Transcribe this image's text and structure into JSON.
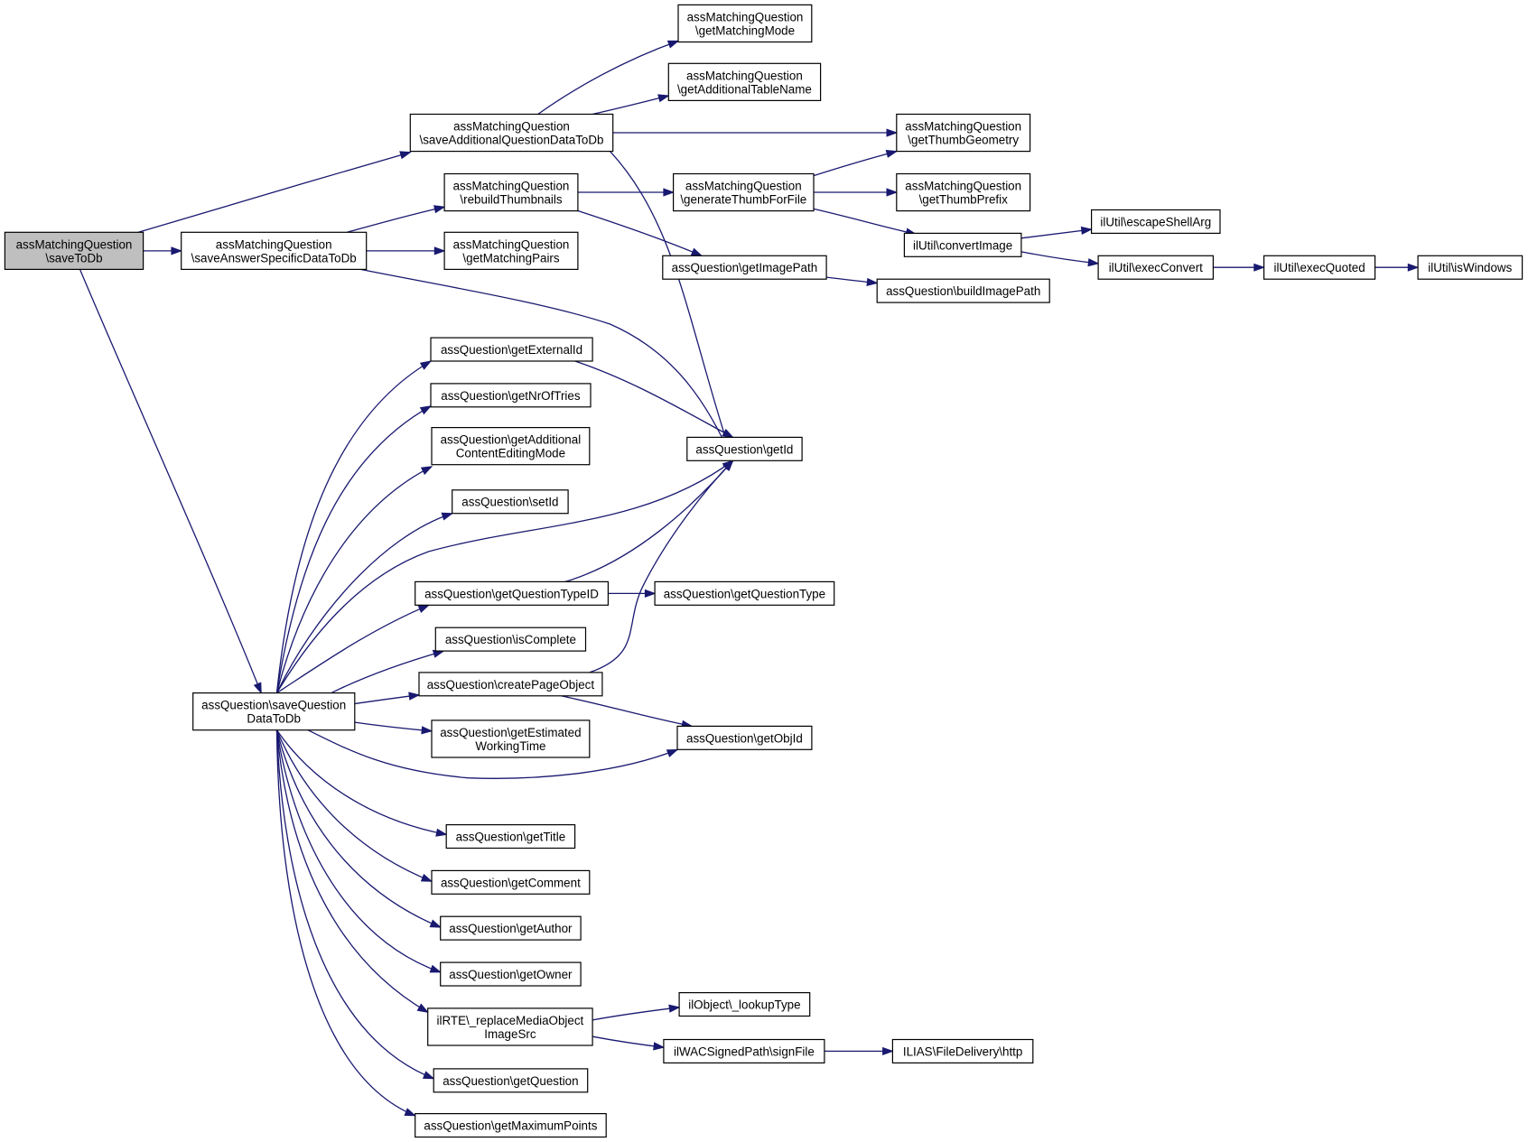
{
  "diagram": {
    "type": "call-graph",
    "colors": {
      "edge": "#191970",
      "root_fill": "#bfbfbf",
      "node_fill": "#ffffff",
      "border": "#000000"
    },
    "nodes": [
      {
        "id": "saveToDb",
        "lines": [
          "assMatchingQuestion",
          "\\saveToDb"
        ],
        "root": true
      },
      {
        "id": "saveAdditional",
        "lines": [
          "assMatchingQuestion",
          "\\saveAdditionalQuestionDataToDb"
        ]
      },
      {
        "id": "saveAnswer",
        "lines": [
          "assMatchingQuestion",
          "\\saveAnswerSpecificDataToDb"
        ]
      },
      {
        "id": "saveQData",
        "lines": [
          "assQuestion\\saveQuestion",
          "DataToDb"
        ]
      },
      {
        "id": "getMatchingMode",
        "lines": [
          "assMatchingQuestion",
          "\\getMatchingMode"
        ]
      },
      {
        "id": "getAddTable",
        "lines": [
          "assMatchingQuestion",
          "\\getAdditionalTableName"
        ]
      },
      {
        "id": "getThumbGeom",
        "lines": [
          "assMatchingQuestion",
          "\\getThumbGeometry"
        ]
      },
      {
        "id": "getId",
        "lines": [
          "assQuestion\\getId"
        ]
      },
      {
        "id": "rebuildThumbs",
        "lines": [
          "assMatchingQuestion",
          "\\rebuildThumbnails"
        ]
      },
      {
        "id": "getMatchingPairs",
        "lines": [
          "assMatchingQuestion",
          "\\getMatchingPairs"
        ]
      },
      {
        "id": "genThumb",
        "lines": [
          "assMatchingQuestion",
          "\\generateThumbForFile"
        ]
      },
      {
        "id": "getImagePath",
        "lines": [
          "assQuestion\\getImagePath"
        ]
      },
      {
        "id": "getThumbPrefix",
        "lines": [
          "assMatchingQuestion",
          "\\getThumbPrefix"
        ]
      },
      {
        "id": "convertImage",
        "lines": [
          "ilUtil\\convertImage"
        ]
      },
      {
        "id": "buildImagePath",
        "lines": [
          "assQuestion\\buildImagePath"
        ]
      },
      {
        "id": "escapeShellArg",
        "lines": [
          "ilUtil\\escapeShellArg"
        ]
      },
      {
        "id": "execConvert",
        "lines": [
          "ilUtil\\execConvert"
        ]
      },
      {
        "id": "execQuoted",
        "lines": [
          "ilUtil\\execQuoted"
        ]
      },
      {
        "id": "isWindows",
        "lines": [
          "ilUtil\\isWindows"
        ]
      },
      {
        "id": "getExternalId",
        "lines": [
          "assQuestion\\getExternalId"
        ]
      },
      {
        "id": "getNrOfTries",
        "lines": [
          "assQuestion\\getNrOfTries"
        ]
      },
      {
        "id": "getAddContent",
        "lines": [
          "assQuestion\\getAdditional",
          "ContentEditingMode"
        ]
      },
      {
        "id": "setId",
        "lines": [
          "assQuestion\\setId"
        ]
      },
      {
        "id": "getQTypeID",
        "lines": [
          "assQuestion\\getQuestionTypeID"
        ]
      },
      {
        "id": "getQType",
        "lines": [
          "assQuestion\\getQuestionType"
        ]
      },
      {
        "id": "isComplete",
        "lines": [
          "assQuestion\\isComplete"
        ]
      },
      {
        "id": "createPage",
        "lines": [
          "assQuestion\\createPageObject"
        ]
      },
      {
        "id": "getEstimated",
        "lines": [
          "assQuestion\\getEstimated",
          "WorkingTime"
        ]
      },
      {
        "id": "getObjId",
        "lines": [
          "assQuestion\\getObjId"
        ]
      },
      {
        "id": "getTitle",
        "lines": [
          "assQuestion\\getTitle"
        ]
      },
      {
        "id": "getComment",
        "lines": [
          "assQuestion\\getComment"
        ]
      },
      {
        "id": "getAuthor",
        "lines": [
          "assQuestion\\getAuthor"
        ]
      },
      {
        "id": "getOwner",
        "lines": [
          "assQuestion\\getOwner"
        ]
      },
      {
        "id": "replaceMedia",
        "lines": [
          "ilRTE\\_replaceMediaObject",
          "ImageSrc"
        ]
      },
      {
        "id": "lookupType",
        "lines": [
          "ilObject\\_lookupType"
        ]
      },
      {
        "id": "signFile",
        "lines": [
          "ilWACSignedPath\\signFile"
        ]
      },
      {
        "id": "fileDelivery",
        "lines": [
          "ILIAS\\FileDelivery\\http"
        ]
      },
      {
        "id": "getQuestion",
        "lines": [
          "assQuestion\\getQuestion"
        ]
      },
      {
        "id": "getMaxPoints",
        "lines": [
          "assQuestion\\getMaximumPoints"
        ]
      }
    ],
    "edges": [
      [
        "saveToDb",
        "saveAdditional"
      ],
      [
        "saveToDb",
        "saveAnswer"
      ],
      [
        "saveToDb",
        "saveQData"
      ],
      [
        "saveAdditional",
        "getMatchingMode"
      ],
      [
        "saveAdditional",
        "getAddTable"
      ],
      [
        "saveAdditional",
        "getThumbGeom"
      ],
      [
        "saveAdditional",
        "getId"
      ],
      [
        "saveAnswer",
        "rebuildThumbs"
      ],
      [
        "saveAnswer",
        "getMatchingPairs"
      ],
      [
        "saveAnswer",
        "getId"
      ],
      [
        "rebuildThumbs",
        "genThumb"
      ],
      [
        "rebuildThumbs",
        "getImagePath"
      ],
      [
        "genThumb",
        "getThumbGeom"
      ],
      [
        "genThumb",
        "getThumbPrefix"
      ],
      [
        "genThumb",
        "convertImage"
      ],
      [
        "getImagePath",
        "buildImagePath"
      ],
      [
        "convertImage",
        "escapeShellArg"
      ],
      [
        "convertImage",
        "execConvert"
      ],
      [
        "execConvert",
        "execQuoted"
      ],
      [
        "execQuoted",
        "isWindows"
      ],
      [
        "saveQData",
        "getExternalId"
      ],
      [
        "saveQData",
        "getNrOfTries"
      ],
      [
        "saveQData",
        "getAddContent"
      ],
      [
        "saveQData",
        "setId"
      ],
      [
        "saveQData",
        "getId"
      ],
      [
        "saveQData",
        "getQTypeID"
      ],
      [
        "saveQData",
        "isComplete"
      ],
      [
        "saveQData",
        "createPage"
      ],
      [
        "saveQData",
        "getEstimated"
      ],
      [
        "saveQData",
        "getObjId"
      ],
      [
        "saveQData",
        "getTitle"
      ],
      [
        "saveQData",
        "getComment"
      ],
      [
        "saveQData",
        "getAuthor"
      ],
      [
        "saveQData",
        "getOwner"
      ],
      [
        "saveQData",
        "replaceMedia"
      ],
      [
        "saveQData",
        "getQuestion"
      ],
      [
        "saveQData",
        "getMaxPoints"
      ],
      [
        "getExternalId",
        "getId"
      ],
      [
        "getQTypeID",
        "getId"
      ],
      [
        "getQTypeID",
        "getQType"
      ],
      [
        "createPage",
        "getId"
      ],
      [
        "createPage",
        "getObjId"
      ],
      [
        "replaceMedia",
        "lookupType"
      ],
      [
        "replaceMedia",
        "signFile"
      ],
      [
        "signFile",
        "fileDelivery"
      ]
    ]
  }
}
